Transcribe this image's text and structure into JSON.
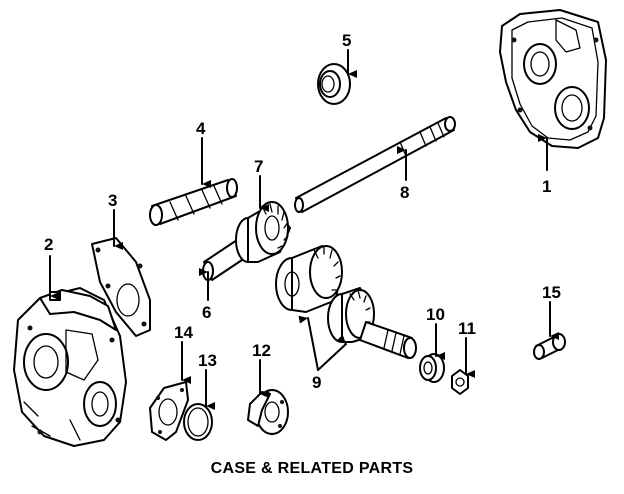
{
  "caption": "CASE & RELATED PARTS",
  "callouts": {
    "n1": "1",
    "n2": "2",
    "n3": "3",
    "n4": "4",
    "n5": "5",
    "n6": "6",
    "n7": "7",
    "n8": "8",
    "n9": "9",
    "n10": "10",
    "n11": "11",
    "n12": "12",
    "n13": "13",
    "n14": "14",
    "n15": "15"
  }
}
